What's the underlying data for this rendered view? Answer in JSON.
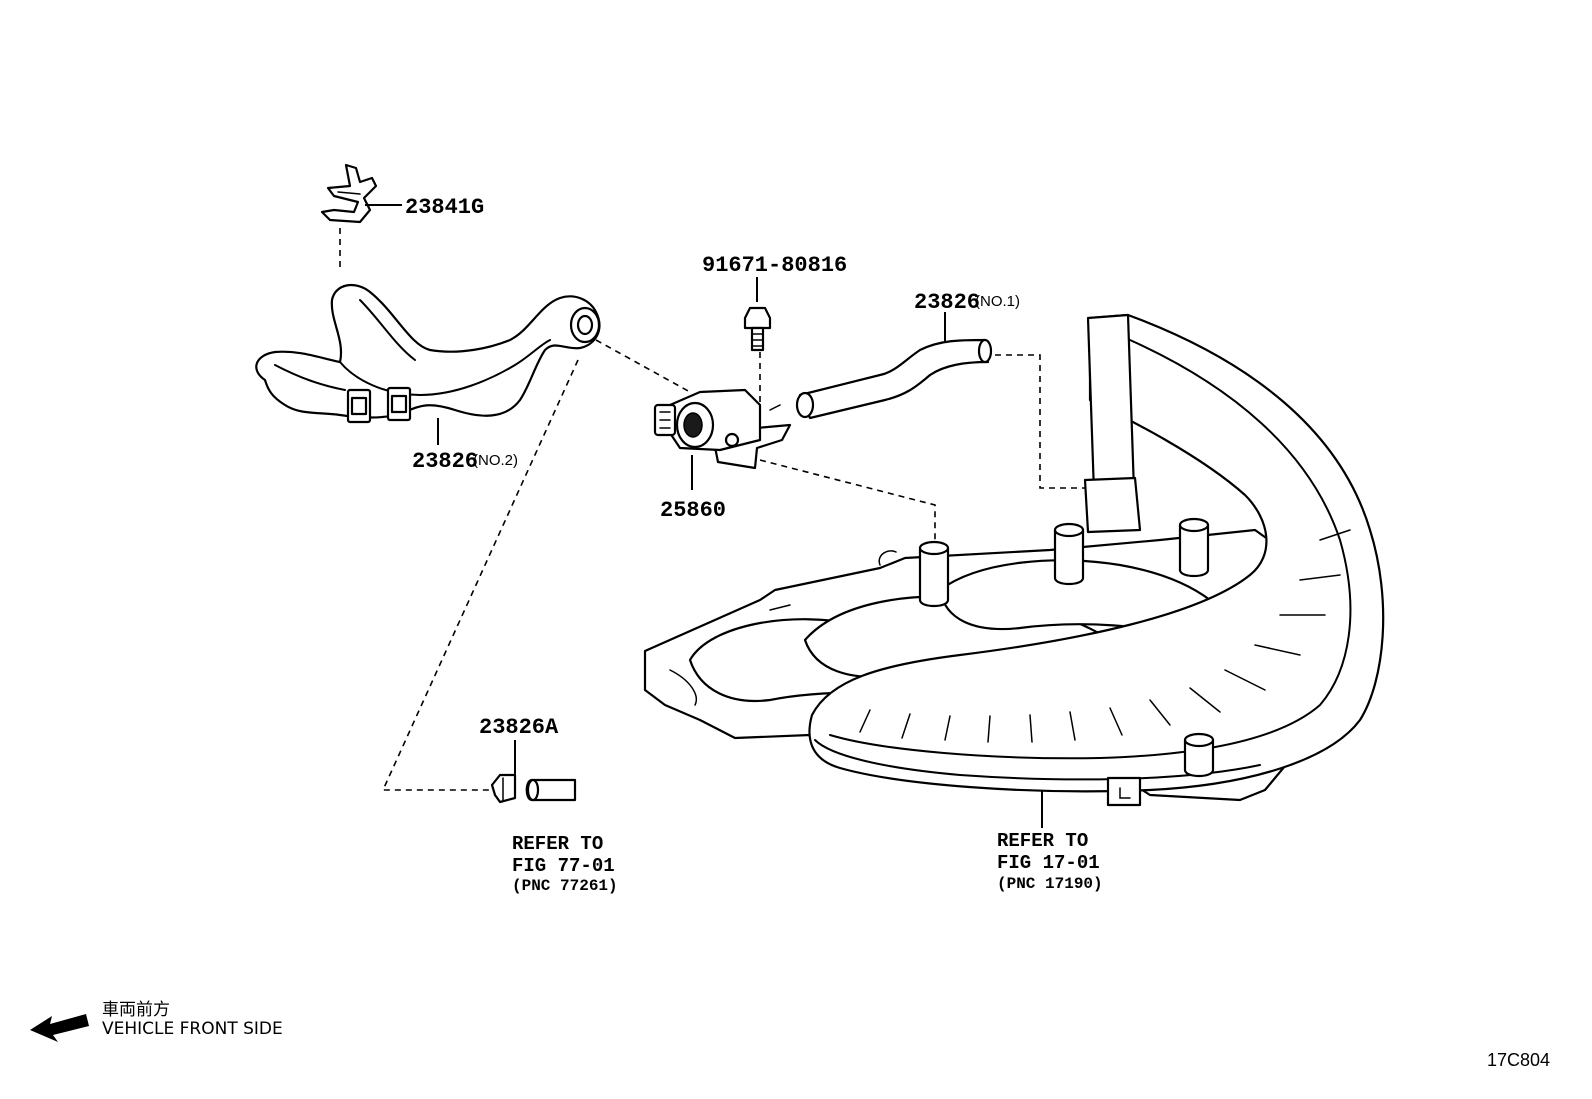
{
  "labels": {
    "clip": "23841G",
    "bolt": "91671-80816",
    "hose_no1_num": "23826",
    "hose_no1_suffix": "(NO.1)",
    "hose_no2_num": "23826",
    "hose_no2_suffix": "(NO.2)",
    "valve": "25860",
    "hose_a": "23826A"
  },
  "refs": {
    "left": {
      "line1": "REFER TO",
      "line2": "FIG 77-01",
      "line3": "(PNC 77261)"
    },
    "right": {
      "line1": "REFER TO",
      "line2": "FIG 17-01",
      "line3": "(PNC 17190)"
    }
  },
  "legend": {
    "japanese": "車両前方",
    "english": "VEHICLE FRONT SIDE",
    "icon": "arrow-left-icon"
  },
  "figure_code": "17C804"
}
